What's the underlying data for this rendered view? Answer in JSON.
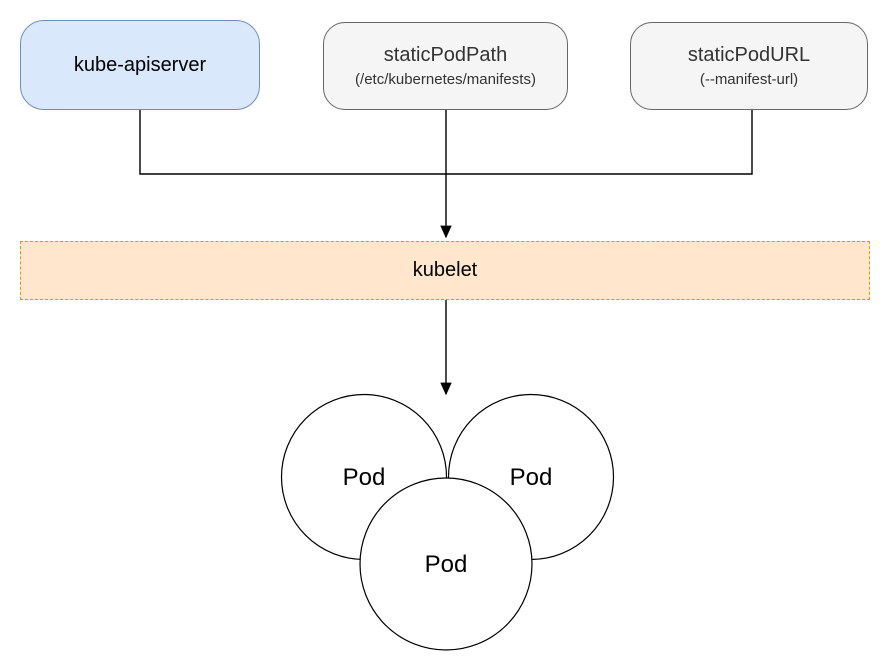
{
  "diagram": {
    "nodes": {
      "kube_apiserver": {
        "label": "kube-apiserver",
        "fill": "#dae8fc",
        "stroke": "#6c8ebf"
      },
      "static_pod_path": {
        "title": "staticPodPath",
        "subtitle": "(/etc/kubernetes/manifests)",
        "fill": "#f5f5f5",
        "stroke": "#666666",
        "text_color": "#333333"
      },
      "static_pod_url": {
        "title": "staticPodURL",
        "subtitle": "(--manifest-url)",
        "fill": "#f5f5f5",
        "stroke": "#666666",
        "text_color": "#333333"
      },
      "kubelet": {
        "label": "kubelet",
        "fill": "#ffe6cc",
        "stroke": "#d79b00",
        "border_style": "dashed"
      },
      "pods": [
        {
          "label": "Pod"
        },
        {
          "label": "Pod"
        },
        {
          "label": "Pod"
        }
      ]
    },
    "pod_style": {
      "fill": "#ffffff",
      "stroke": "#000000"
    },
    "edges": {
      "color": "#000000",
      "list": [
        {
          "from": "kube-apiserver",
          "to": "kubelet",
          "arrow": true
        },
        {
          "from": "staticPodPath",
          "to": "kubelet",
          "arrow": true
        },
        {
          "from": "staticPodURL",
          "to": "kubelet",
          "arrow": true
        },
        {
          "from": "kubelet",
          "to": "pods",
          "arrow": true
        }
      ]
    }
  }
}
